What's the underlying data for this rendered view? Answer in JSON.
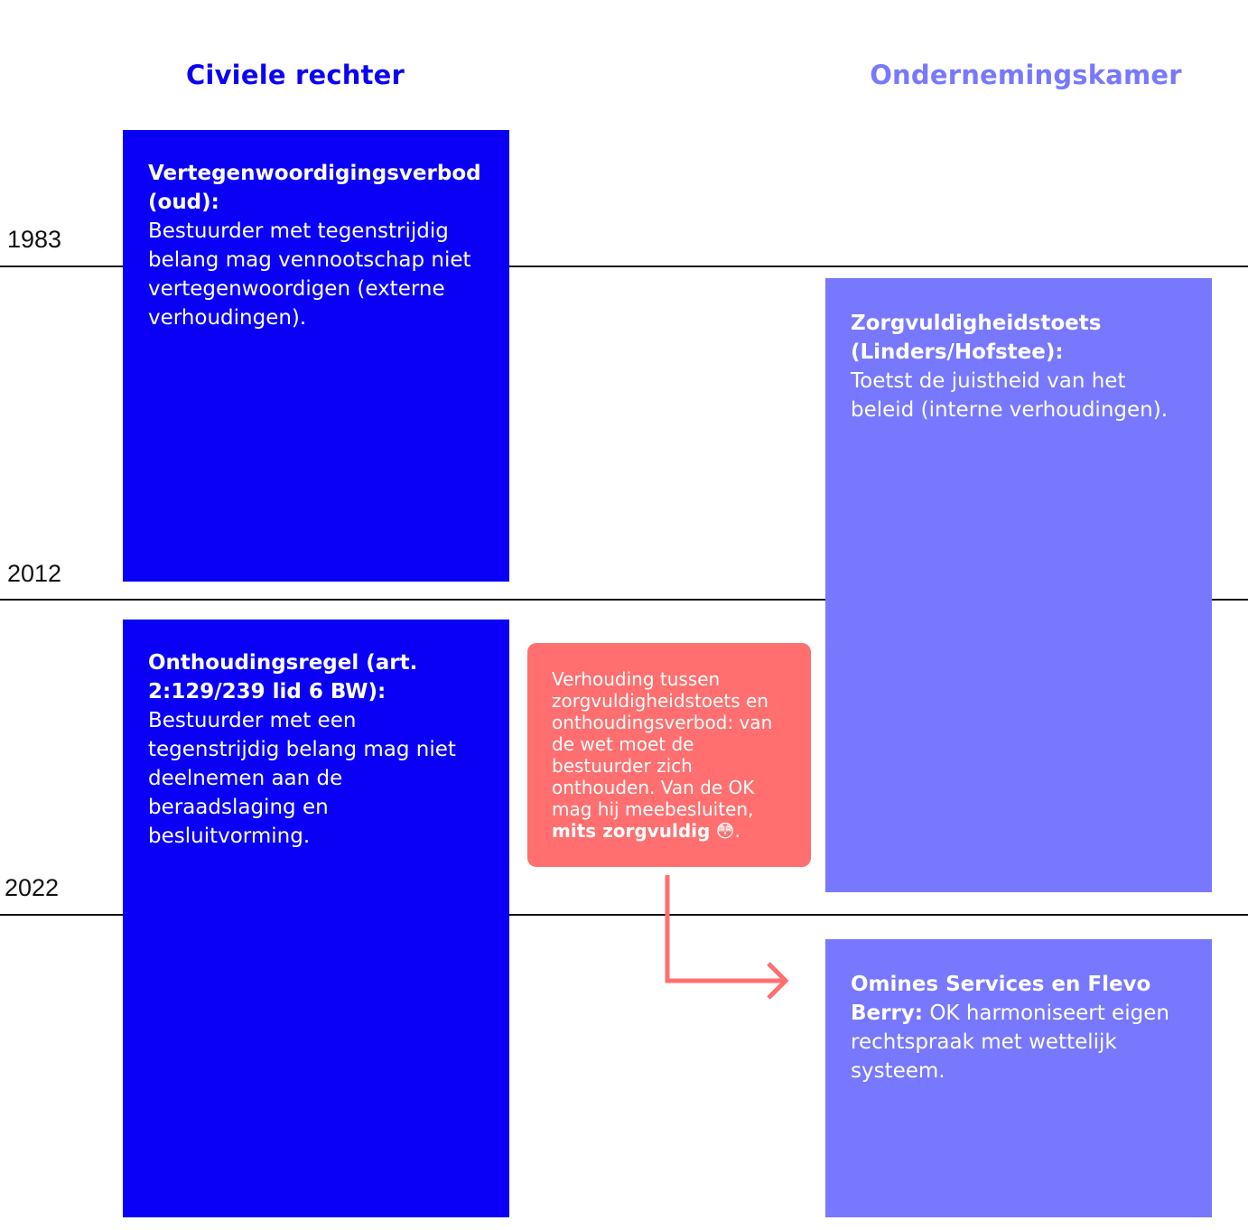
{
  "colors": {
    "civiel": "#0a00f5",
    "ok": "#7878ff",
    "note": "#ff6f6f",
    "line": "#111111"
  },
  "headers": {
    "civiel": "Civiele rechter",
    "ok": "Ondernemingskamer"
  },
  "years": [
    "1983",
    "2012",
    "2022"
  ],
  "boxes": {
    "vertegen": {
      "title": "Vertegenwoordigingsverbod (oud):",
      "body": "Bestuurder met tegenstrijdig belang mag vennootschap niet vertegenwoordigen (externe verhoudingen)."
    },
    "onthoud": {
      "title": "Onthoudingsregel (art. 2:129/239 lid 6 BW):",
      "body": "Bestuurder met een tegenstrijdig belang mag niet deelnemen aan de beraadslaging en besluitvorming."
    },
    "zorg": {
      "title": "Zorgvuldigheidstoets (Linders/Hofstee):",
      "body": "Toetst de juistheid van het beleid (interne verhoudingen)."
    },
    "omines": {
      "title": "Omines Services en Flevo Berry:",
      "body": "OK harmoniseert eigen rechtspraak met wettelijk systeem."
    },
    "note": {
      "text": "Verhouding tussen zorgvuldigheidstoets en onthoudingsverbod: van de wet moet de bestuurder zich onthouden. Van de OK mag hij meebesluiten,",
      "bold": "mits zorgvuldig",
      "emoji": "😳",
      "end": "."
    }
  }
}
